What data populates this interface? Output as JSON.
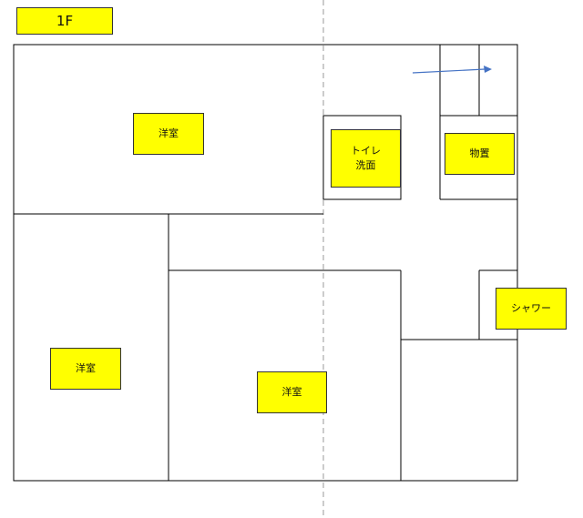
{
  "floor_label": "1F",
  "colors": {
    "label_fill": "#ffff00",
    "wall": "#000000",
    "guide": "#999999",
    "arrow": "#4472c4"
  },
  "rooms": {
    "western_room_top": "洋室",
    "western_room_left": "洋室",
    "western_room_center": "洋室",
    "toilet_line1": "トイレ",
    "toilet_line2": "洗面",
    "storage": "物置",
    "shower": "シャワー"
  }
}
